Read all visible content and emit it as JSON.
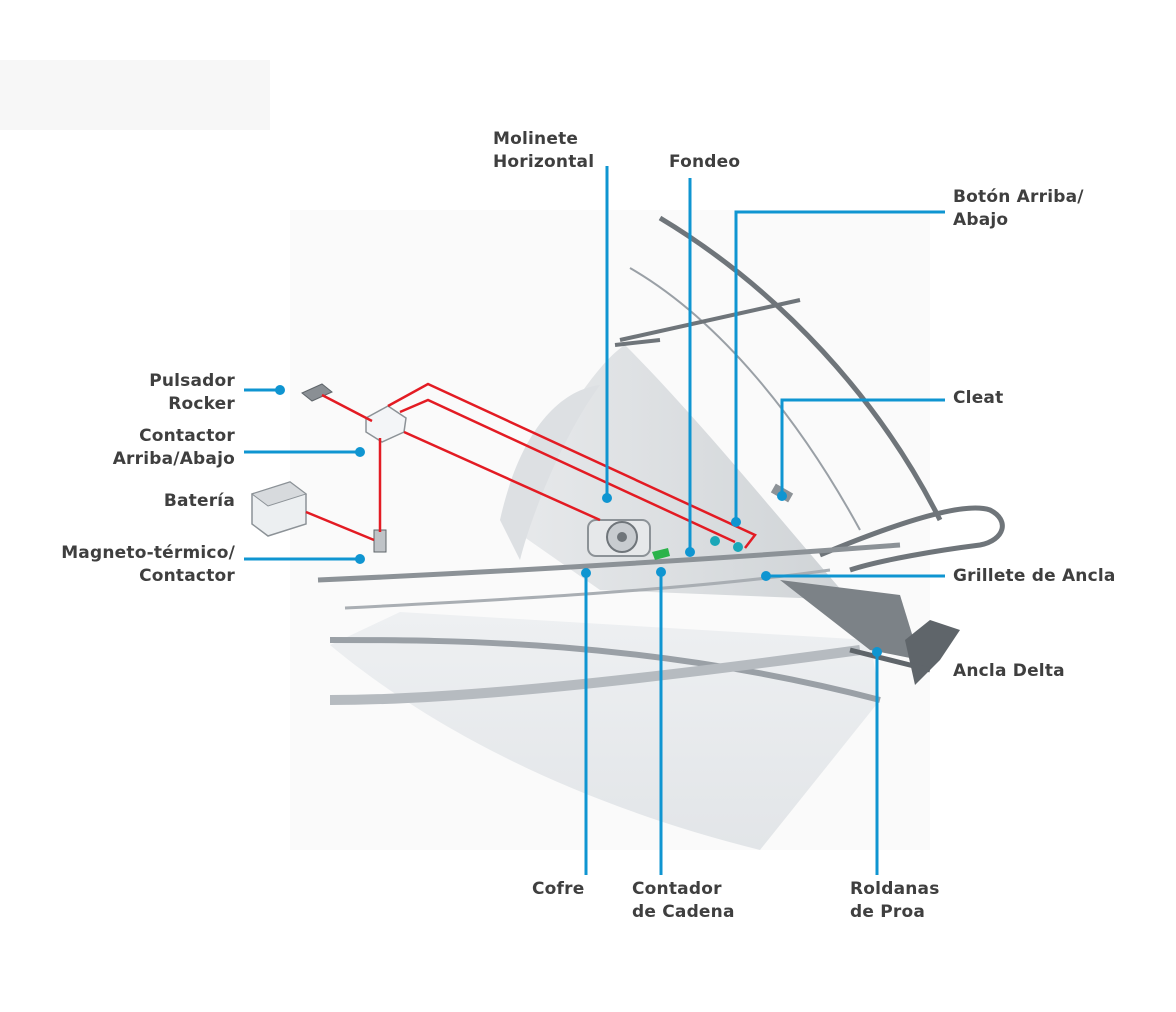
{
  "colors": {
    "callout": "#0f95d1",
    "wire": "#e31b23",
    "label": "#3f3f3f"
  },
  "labels": {
    "molinete": [
      "Molinete",
      "Horizontal"
    ],
    "fondeo": [
      "Fondeo"
    ],
    "boton": [
      "Botón Arriba/",
      "Abajo"
    ],
    "pulsador": [
      "Pulsador",
      "Rocker"
    ],
    "contactor": [
      "Contactor",
      "Arriba/Abajo"
    ],
    "bateria": [
      "Batería"
    ],
    "magneto": [
      "Magneto-térmico/",
      "Contactor"
    ],
    "cleat": [
      "Cleat"
    ],
    "grillete": [
      "Grillete de Ancla"
    ],
    "ancla": [
      "Ancla Delta"
    ],
    "cofre": [
      "Cofre"
    ],
    "contador": [
      "Contador",
      "de Cadena"
    ],
    "roldanas": [
      "Roldanas",
      "de Proa"
    ]
  }
}
